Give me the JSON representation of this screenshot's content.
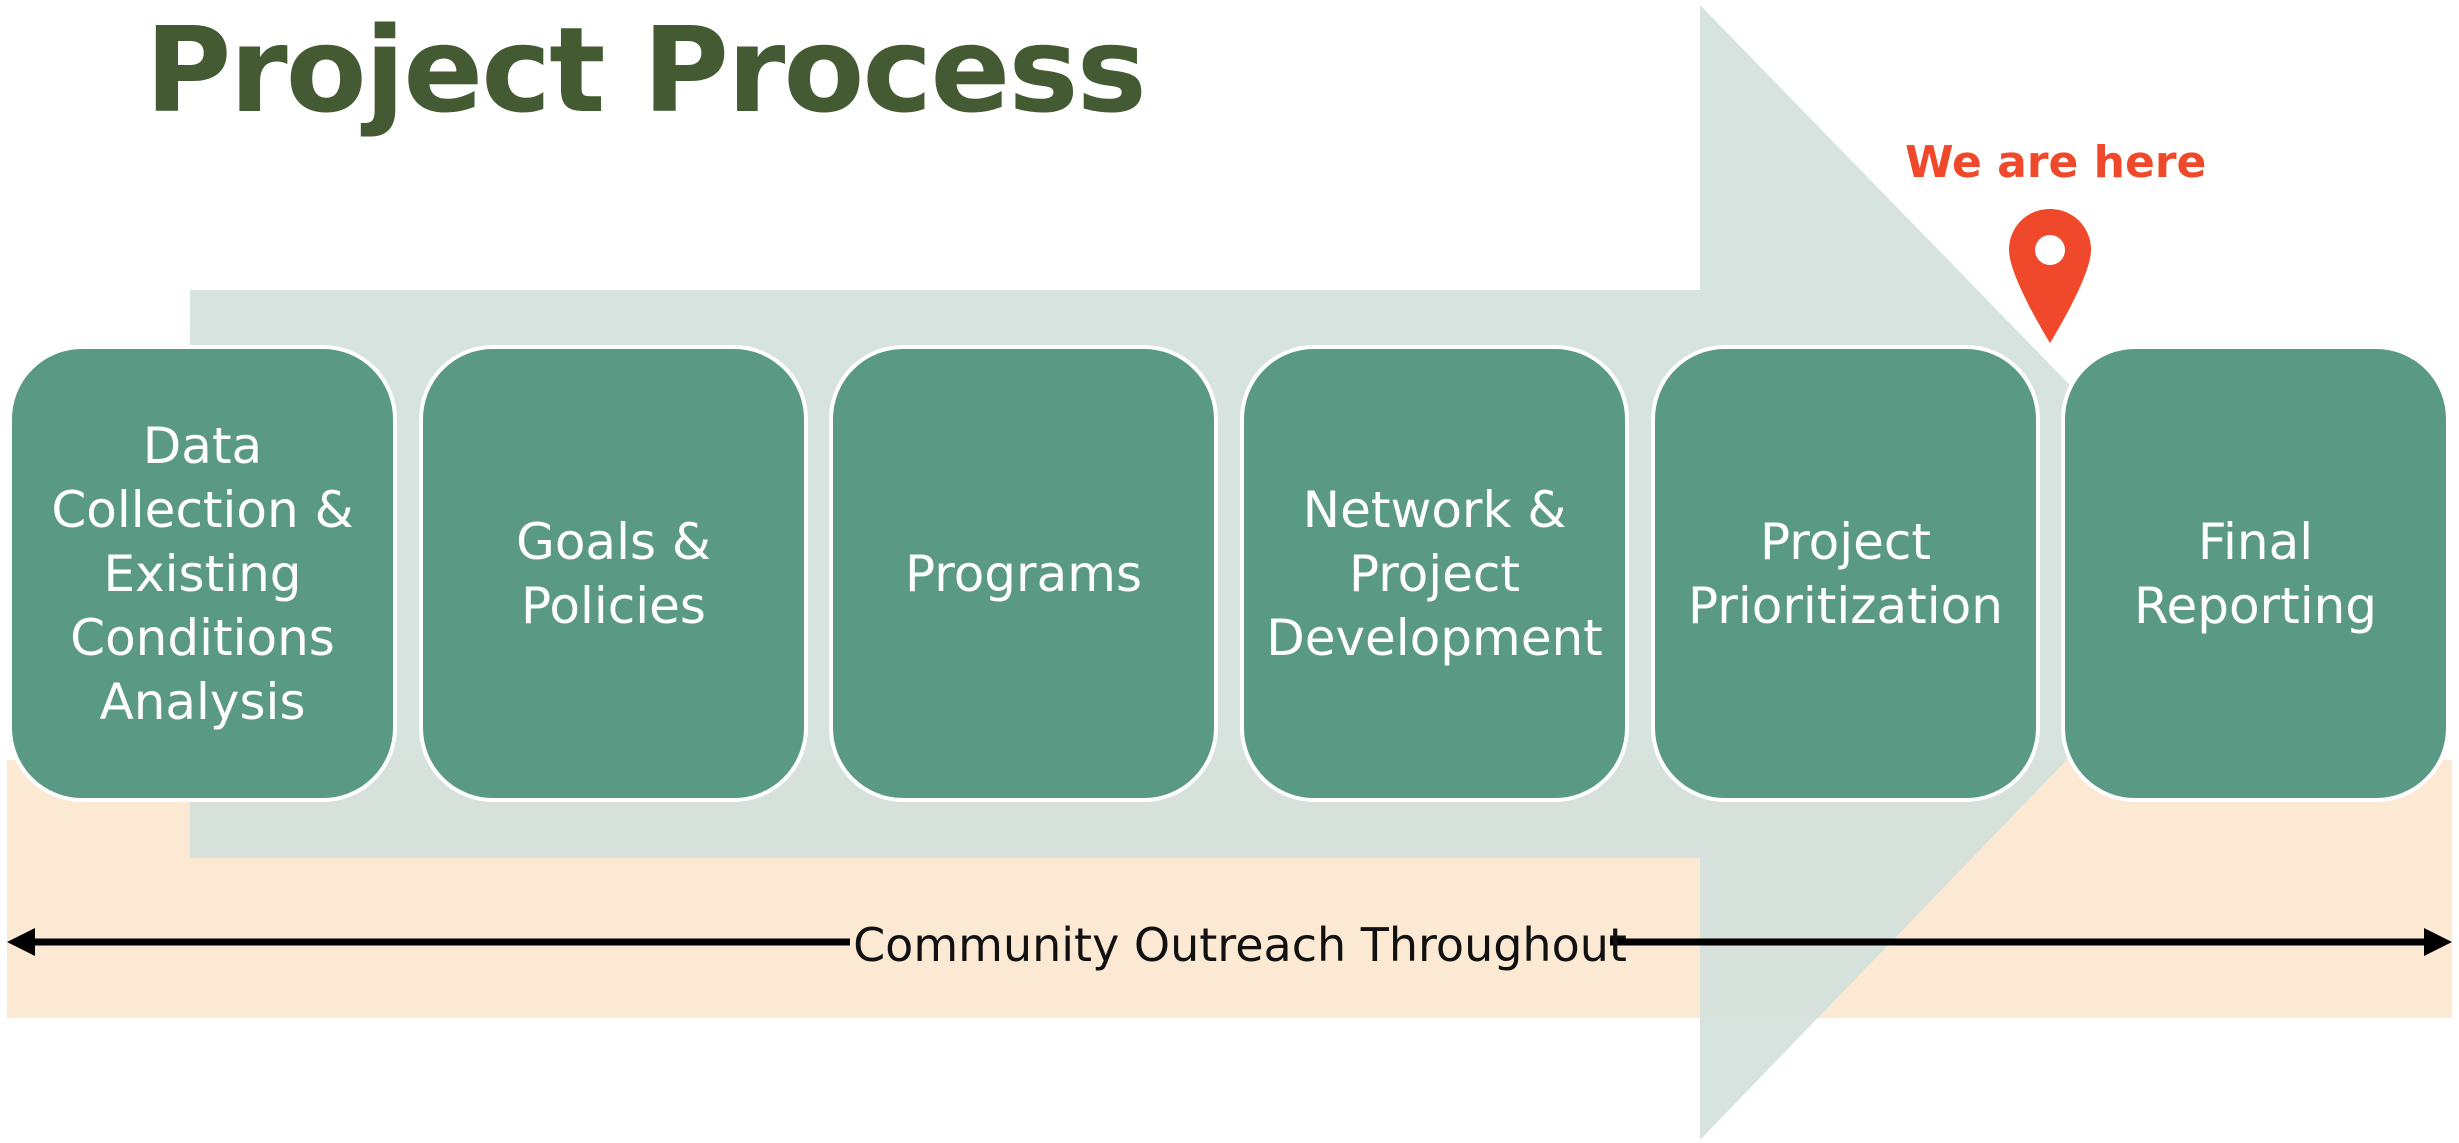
{
  "title": "Project Process",
  "steps": [
    {
      "label": "Data Collection & Existing Conditions Analysis"
    },
    {
      "label": "Goals & Policies"
    },
    {
      "label": "Programs"
    },
    {
      "label": "Network & Project Development"
    },
    {
      "label": "Project Prioritization"
    },
    {
      "label": "Final Reporting"
    }
  ],
  "current_location": {
    "label": "We are here",
    "icon": "location-pin-icon",
    "step_index": 5
  },
  "outreach": {
    "label": "Community Outreach Throughout"
  },
  "colors": {
    "title": "#445a33",
    "step_fill": "#5a9a84",
    "process_arrow": "#d2e0dc",
    "outreach_band": "#fce9d3",
    "marker": "#f0482a"
  }
}
